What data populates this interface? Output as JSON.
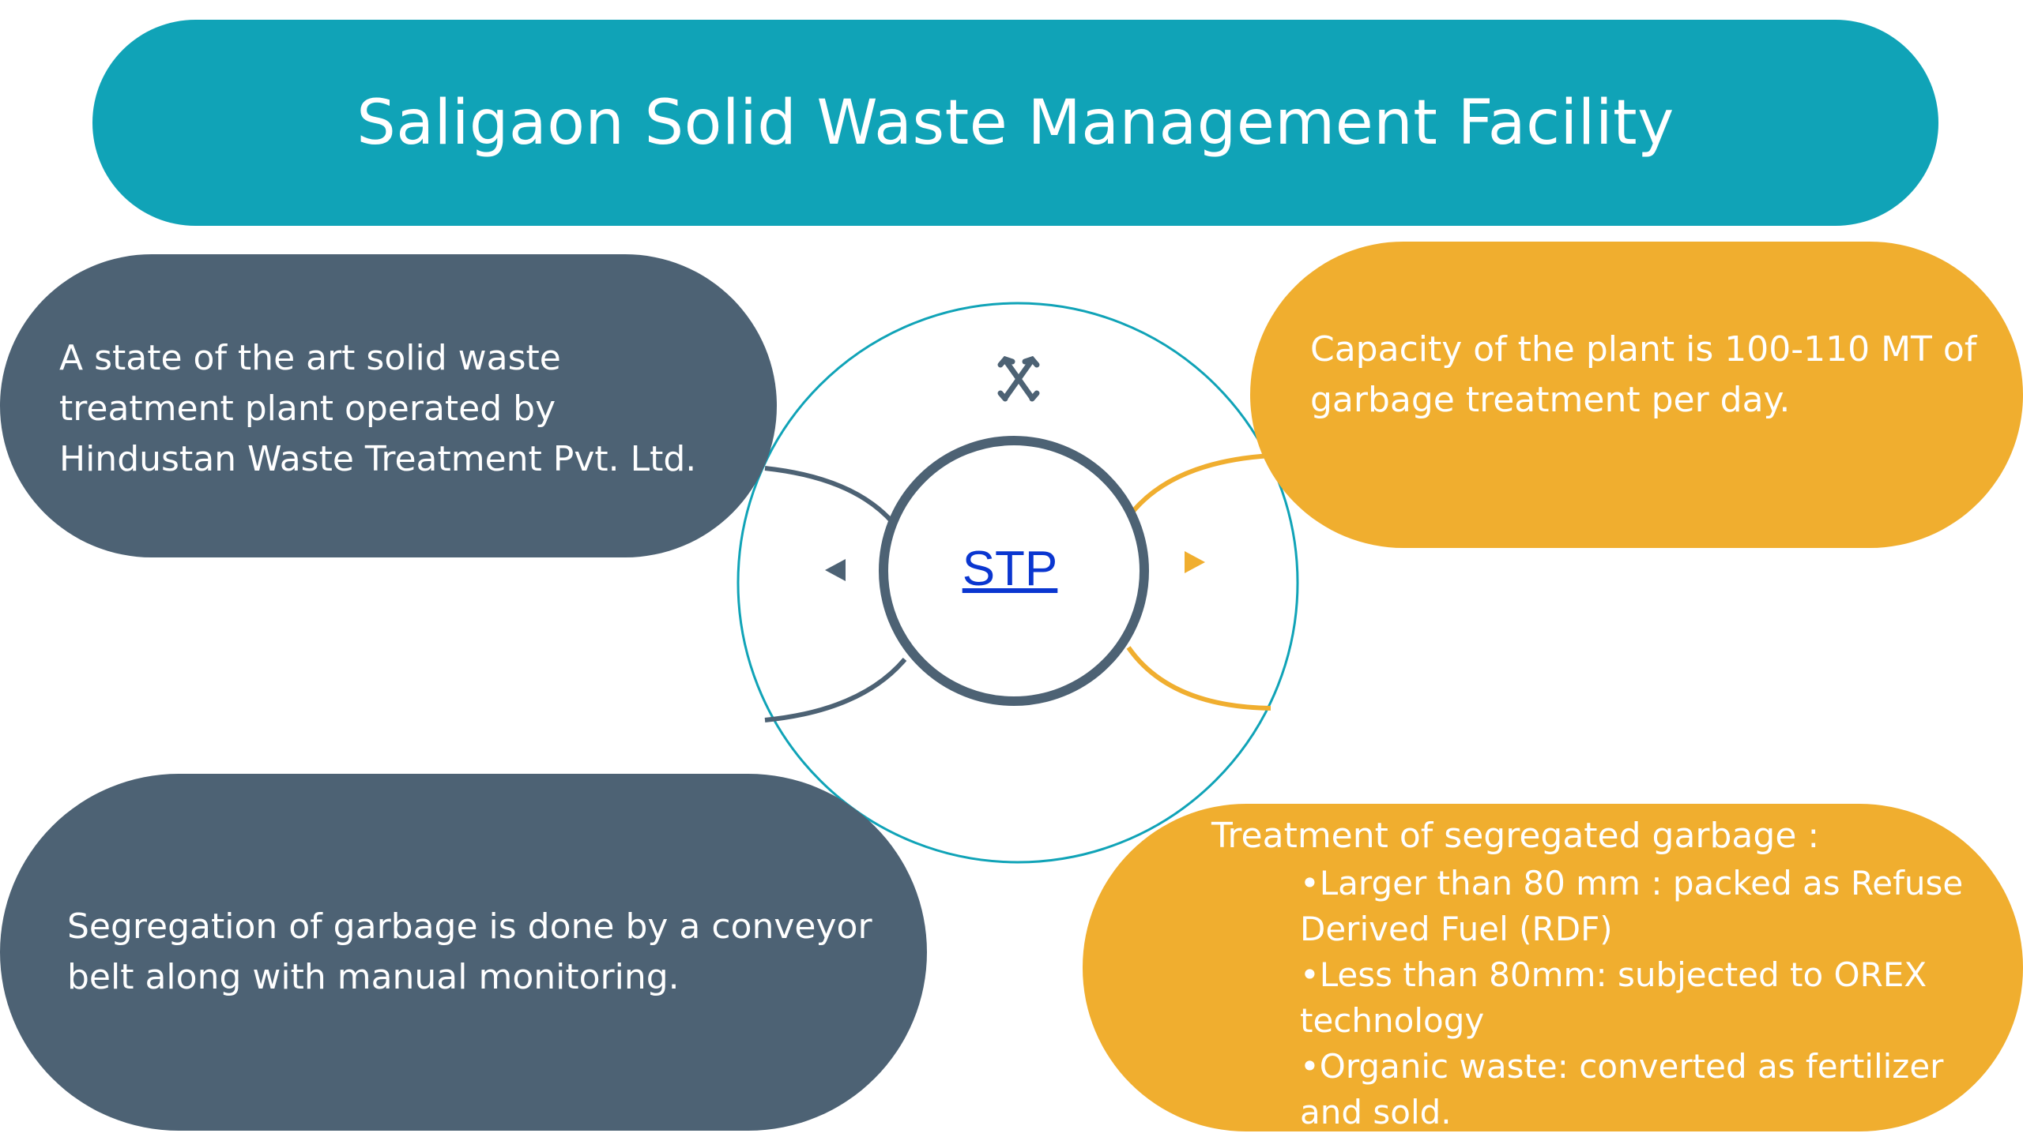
{
  "title": "Saligaon Solid Waste Management Facility",
  "center": {
    "label": "STP",
    "top_icon": "crossing-arrows-icon",
    "left_icon": "triangle-left-icon",
    "right_icon": "triangle-right-icon"
  },
  "operator": {
    "lines": [
      "A state of the art solid waste",
      "treatment plant operated by",
      "Hindustan Waste Treatment Pvt. Ltd."
    ]
  },
  "capacity": {
    "lines": [
      "Capacity of the plant is 100-110 MT of",
      "garbage treatment per day."
    ]
  },
  "segregation": {
    "lines": [
      "Segregation of garbage is done by a conveyor",
      "belt along with manual monitoring."
    ]
  },
  "treatment": {
    "heading": "Treatment of segregated garbage :",
    "items": [
      "•Larger than 80 mm : packed as Refuse Derived Fuel (RDF)",
      "•Less than 80mm: subjected to OREX technology",
      "•Organic waste: converted as fertilizer and sold."
    ]
  },
  "colors": {
    "teal": "#10a3b7",
    "slate": "#4d6274",
    "amber": "#f0ae2f",
    "link": "#0a36d0"
  }
}
